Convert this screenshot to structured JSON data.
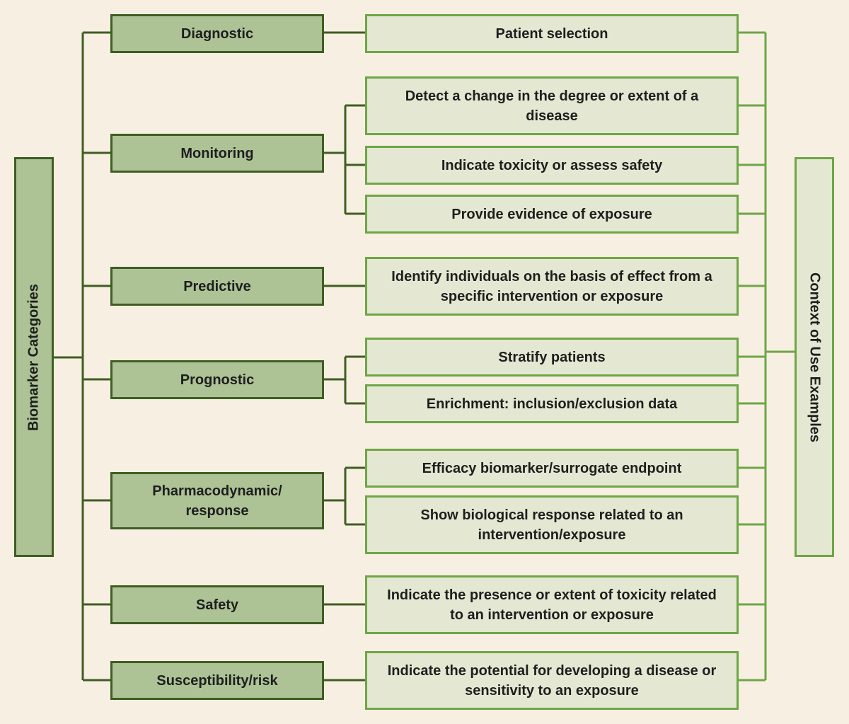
{
  "left_axis_label": "Biomarker Categories",
  "right_axis_label": "Context of Use Examples",
  "categories": [
    "Diagnostic",
    "Monitoring",
    "Predictive",
    "Prognostic",
    "Pharmacodynamic/\nresponse",
    "Safety",
    "Susceptibility/risk"
  ],
  "contexts": [
    "Patient selection",
    "Detect a change in the degree or extent of a disease",
    "Indicate toxicity or assess safety",
    "Provide evidence of exposure",
    "Identify individuals on the basis of effect from a specific intervention or exposure",
    "Stratify patients",
    "Enrichment: inclusion/exclusion data",
    "Efficacy biomarker/surrogate endpoint",
    "Show biological response related to an intervention/exposure",
    "Indicate the presence or extent of toxicity related to an intervention or exposure",
    "Indicate the potential for developing a disease or sensitivity to an exposure"
  ],
  "colors": {
    "background": "#f6efe2",
    "category_fill": "#adc396",
    "category_border": "#3f5e22",
    "context_fill": "#e4e8d2",
    "context_border": "#6ea645"
  }
}
